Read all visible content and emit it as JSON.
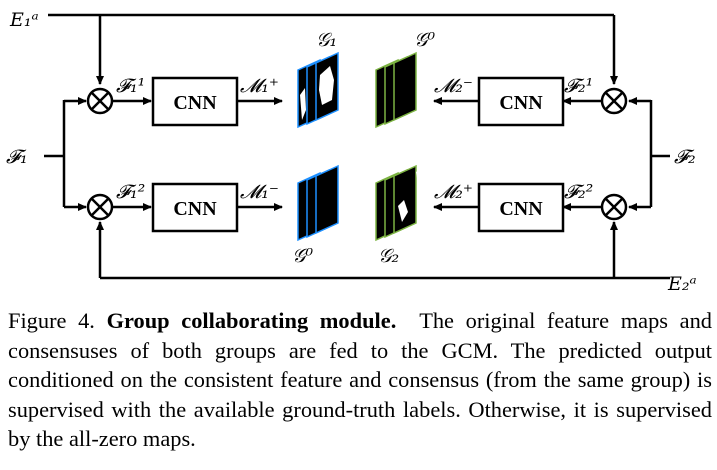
{
  "figure": {
    "inputs": {
      "e1a": "E₁ᵃ",
      "e2a": "E₂ᵃ",
      "f1": "𝓕₁",
      "f2": "𝓕₂"
    },
    "branches": {
      "f1_1": "𝓕₁¹",
      "f1_2": "𝓕₁²",
      "f2_1": "𝓕₂¹",
      "f2_2": "𝓕₂²"
    },
    "outputs": {
      "m1_plus": "𝓜₁⁺",
      "m1_minus": "𝓜₁⁻",
      "m2_minus": "𝓜₂⁻",
      "m2_plus": "𝓜₂⁺"
    },
    "supervision": {
      "g1": "𝒢₁",
      "g0_top": "𝒢⁰",
      "g0_bottom": "𝒢⁰",
      "g2": "𝒢₂"
    },
    "cnn_label": "CNN",
    "colors": {
      "g1_frame": "#1e90ff",
      "g2_frame": "#7cb342"
    }
  },
  "caption": {
    "label": "Figure 4.",
    "title": "Group collaborating module.",
    "body": "The original feature maps and consensuses of both groups are fed to the GCM. The predicted output conditioned on the consistent feature and consensus (from the same group) is supervised with the available ground-truth labels. Otherwise, it is supervised by the all-zero maps."
  }
}
